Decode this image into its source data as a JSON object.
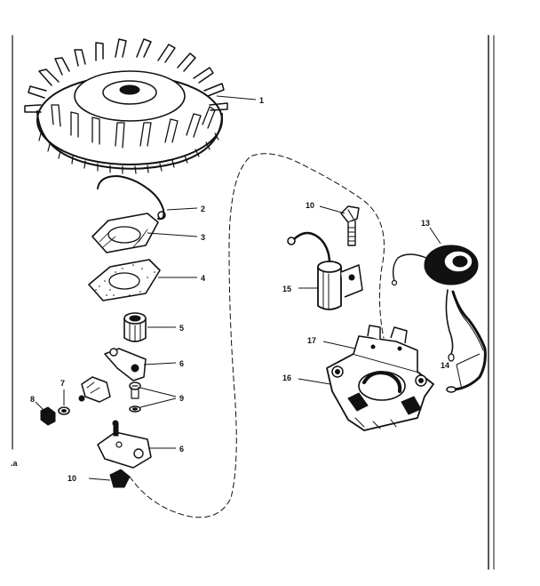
{
  "diagram": {
    "callouts": {
      "p1": "1",
      "p2": "2",
      "p3": "3",
      "p4": "4",
      "p5": "5",
      "p6a": "6",
      "p6b": "6",
      "p7": "7",
      "p8": "8",
      "p9": "9",
      "p10a": "10",
      "p10b": "10",
      "p13": "13",
      "p14": "14",
      "p15": "15",
      "p16": "16",
      "p17": "17"
    },
    "colors": {
      "ink": "#111111",
      "paper": "#ffffff"
    }
  }
}
